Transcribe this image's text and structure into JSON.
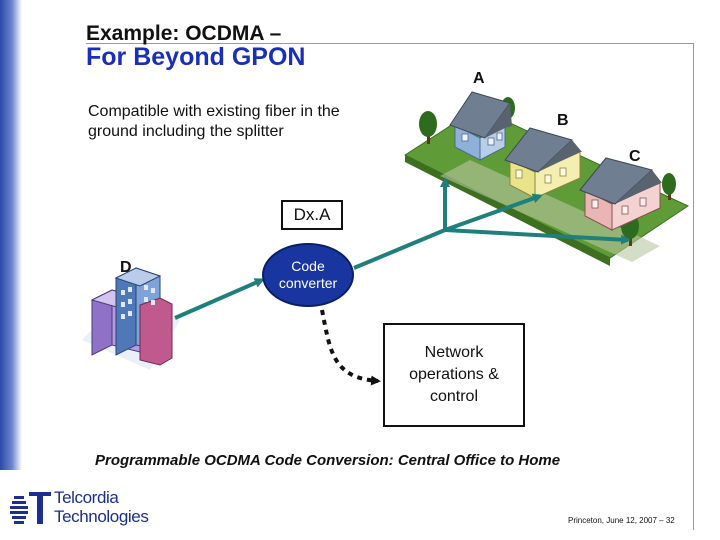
{
  "title": {
    "line1": "Example: OCDMA –",
    "line2": "For Beyond GPON"
  },
  "subtitle": "Compatible with existing fiber in the ground including the splitter",
  "labels": {
    "house_a": "A",
    "house_b": "B",
    "house_c": "C",
    "central_office": "D"
  },
  "dxa_label": "Dx.A",
  "converter_label": "Code converter",
  "network_box": "Network operations & control",
  "caption": "Programmable OCDMA Code Conversion: Central Office to Home",
  "footer": "Princeton, June 12, 2007 – 32",
  "logo": {
    "line1": "Telcordia",
    "line2": "Technologies"
  },
  "colors": {
    "title_accent": "#1a2fb8",
    "converter_fill": "#1935a0",
    "fiber_teal": "#1f7f7a",
    "logo_blue": "#1a2f8f"
  }
}
